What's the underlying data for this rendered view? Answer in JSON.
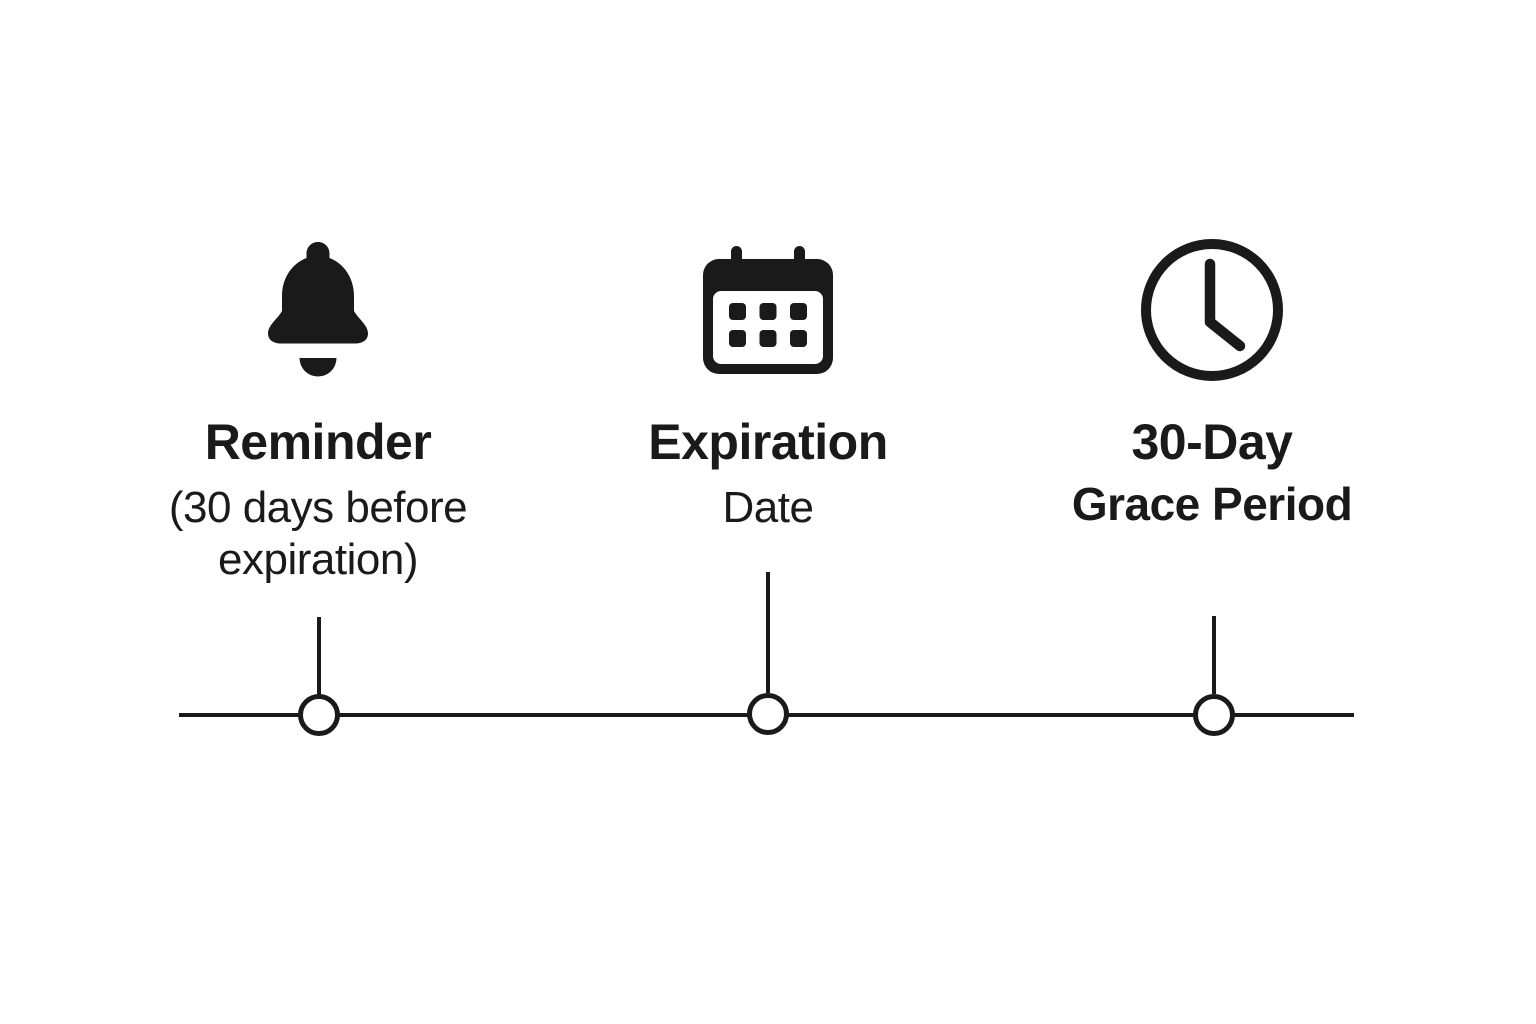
{
  "canvas": {
    "background": "#ffffff",
    "ink": "#1a1a1a"
  },
  "timeline": {
    "milestones": [
      {
        "icon": "bell-icon",
        "title": "Reminder",
        "subtitle_lines": [
          "(30 days before",
          "expiration)"
        ]
      },
      {
        "icon": "calendar-icon",
        "title": "Expiration",
        "subtitle_lines": [
          "Date"
        ]
      },
      {
        "icon": "clock-icon",
        "title": "30-Day",
        "title_line2": "Grace Period"
      }
    ]
  }
}
